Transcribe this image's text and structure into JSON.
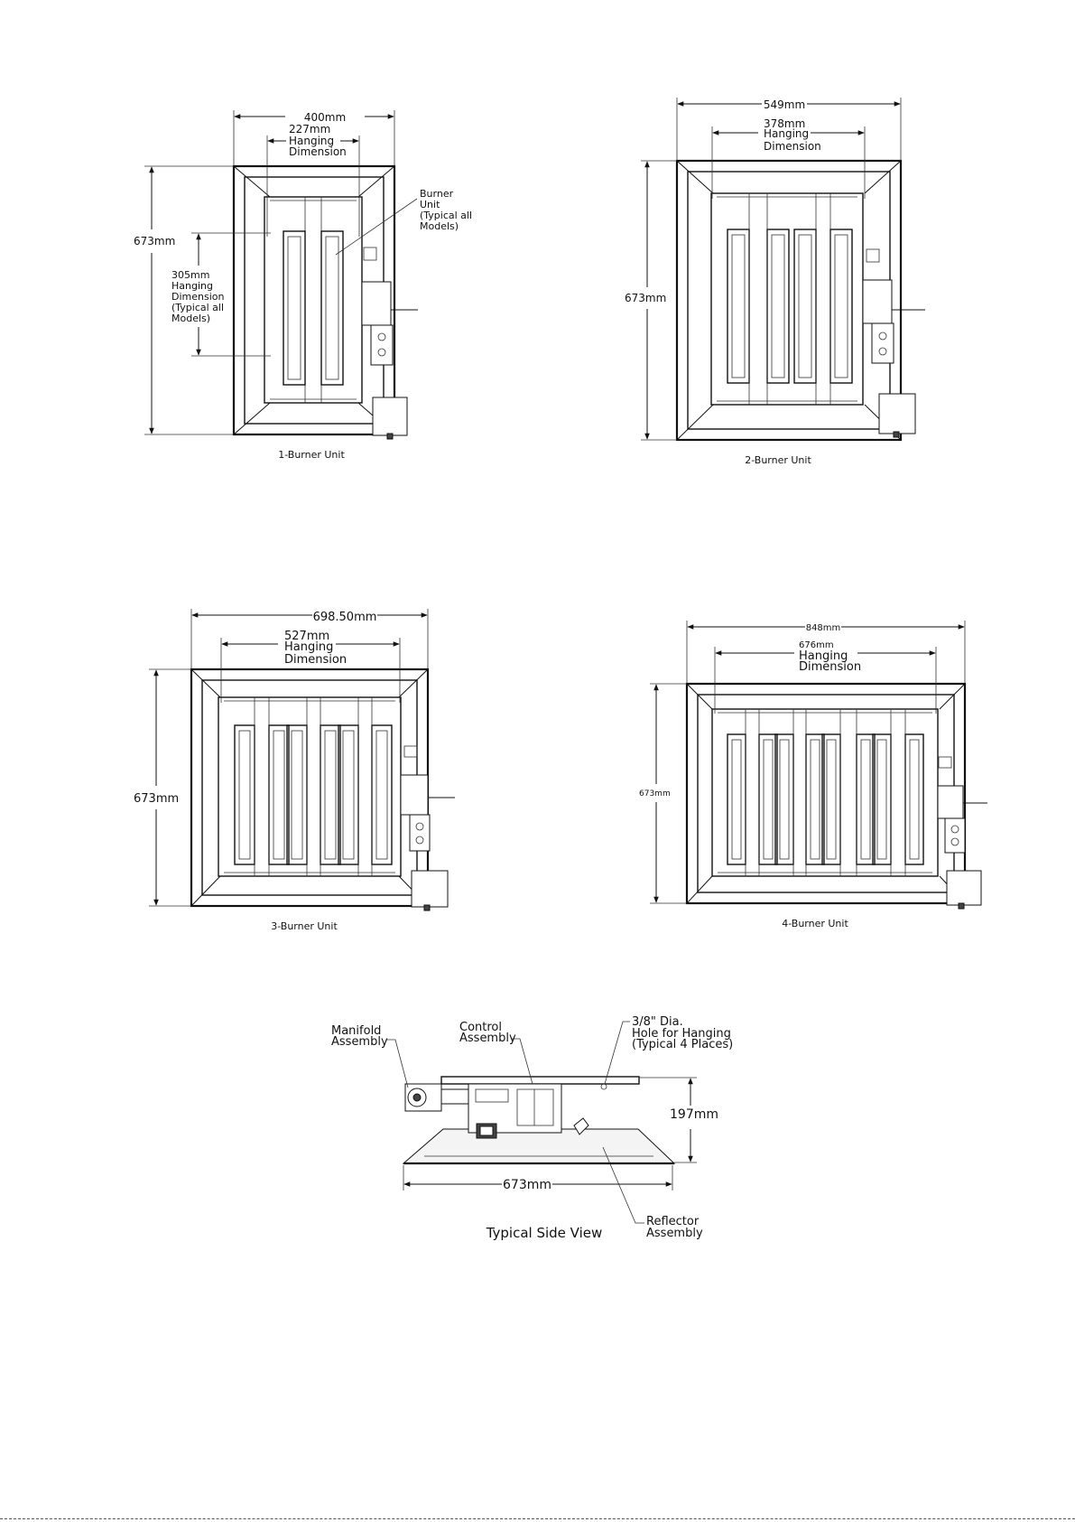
{
  "units": {
    "one_burner": {
      "caption": "1-Burner Unit",
      "overall_width": "400mm",
      "hanging_width_value": "227mm",
      "hanging_width_lines": [
        "Hanging",
        "Dimension"
      ],
      "overall_height": "673mm",
      "hanging_height_lines": [
        "305mm",
        "Hanging",
        "Dimension",
        "(Typical all",
        "Models)"
      ],
      "burner_note_lines": [
        "Burner",
        "Unit",
        "(Typical all",
        "Models)"
      ],
      "burner_tubes": 2
    },
    "two_burner": {
      "caption": "2-Burner Unit",
      "overall_width": "549mm",
      "hanging_width_value": "378mm",
      "hanging_width_lines": [
        "Hanging",
        "Dimension"
      ],
      "overall_height": "673mm",
      "burner_tubes": 4
    },
    "three_burner": {
      "caption": "3-Burner Unit",
      "overall_width": "698.50mm",
      "hanging_width_value": "527mm",
      "hanging_width_lines": [
        "Hanging",
        "Dimension"
      ],
      "overall_height": "673mm",
      "burner_tubes": 6
    },
    "four_burner": {
      "caption": "4-Burner Unit",
      "overall_width": "848mm",
      "hanging_width_value": "676mm",
      "hanging_width_lines": [
        "Hanging",
        "Dimension"
      ],
      "overall_height": "673mm",
      "burner_tubes": 8
    }
  },
  "side_view": {
    "caption": "Typical Side View",
    "manifold_lines": [
      "Manifold",
      "Assembly"
    ],
    "control_lines": [
      "Control",
      "Assembly"
    ],
    "hole_lines": [
      "3/8\" Dia.",
      "Hole for Hanging",
      "(Typical 4 Places)"
    ],
    "reflector_lines": [
      "Reflector",
      "Assembly"
    ],
    "height": "197mm",
    "length": "673mm"
  }
}
